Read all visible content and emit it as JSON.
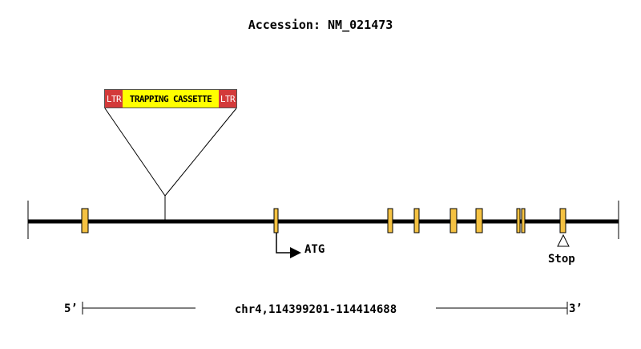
{
  "title": "Accession: NM_021473",
  "cassette": {
    "left_ltr": "LTR",
    "label": "TRAPPING CASSETTE",
    "right_ltr": "LTR"
  },
  "markers": {
    "start_codon": "ATG",
    "stop_codon": "Stop"
  },
  "scale": {
    "left_end": "5’",
    "coordinates": "chr4,114399201-114414688",
    "right_end": "3’"
  },
  "colors": {
    "exon": "#f5c242",
    "ltr": "#d33a3a",
    "cassette": "#ffff00",
    "line": "#000000"
  }
}
